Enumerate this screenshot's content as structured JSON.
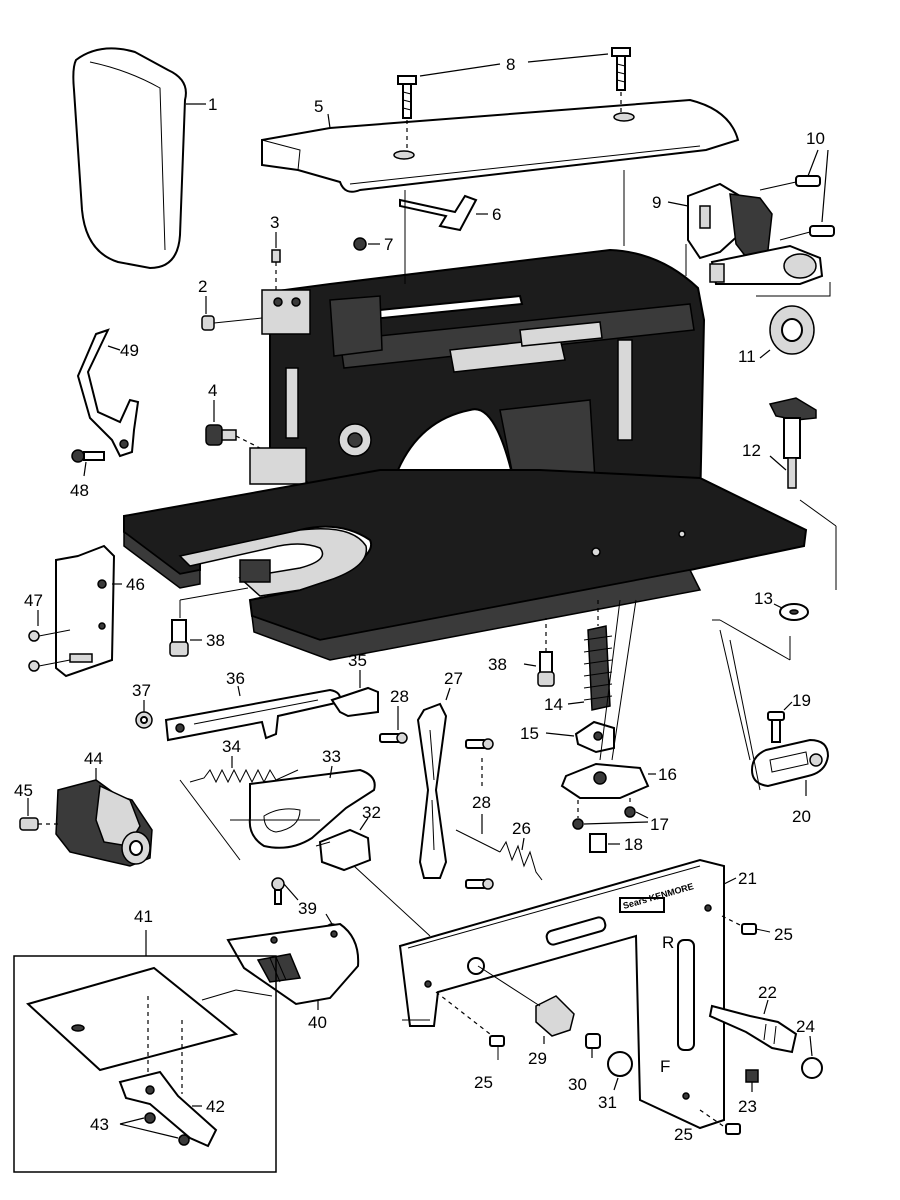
{
  "callouts": [
    "1",
    "2",
    "3",
    "4",
    "5",
    "6",
    "7",
    "8",
    "9",
    "10",
    "11",
    "12",
    "13",
    "14",
    "15",
    "16",
    "17",
    "18",
    "19",
    "20",
    "21",
    "22",
    "23",
    "24",
    "25",
    "26",
    "27",
    "28",
    "29",
    "30",
    "31",
    "32",
    "33",
    "34",
    "35",
    "36",
    "37",
    "38",
    "39",
    "40",
    "41",
    "42",
    "43",
    "44",
    "45",
    "46",
    "47",
    "48",
    "49"
  ],
  "faceplate_brand": "Sears KENMORE",
  "faceplate_marks": {
    "reverse": "R",
    "forward": "F"
  }
}
